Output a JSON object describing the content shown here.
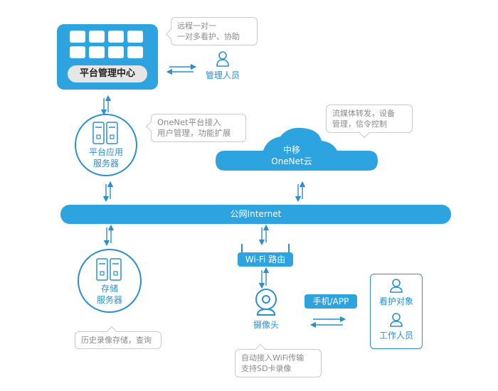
{
  "platform": {
    "label": "平台管理中心"
  },
  "bubble_top": {
    "line1": "远程一对一",
    "line2": "一对多看护、协助"
  },
  "admin": {
    "label": "管理人员"
  },
  "onenet_bubble": {
    "line1": "OneNet平台接入",
    "line2": "用户管理，功能扩展"
  },
  "app_server": {
    "line1": "平台应用",
    "line2": "服务器"
  },
  "stream_bubble": {
    "line1": "流媒体转发，设备",
    "line2": "管理，信令控制"
  },
  "cloud": {
    "line1": "中移",
    "line2": "OneNet云"
  },
  "internet": {
    "label": "公网Internet"
  },
  "wifi": {
    "label": "Wi-Fi 路由"
  },
  "storage": {
    "line1": "存储",
    "line2": "服务器"
  },
  "storage_bubble": {
    "text": "历史录像存储，查询"
  },
  "camera": {
    "label": "摄像头"
  },
  "camera_bubble": {
    "line1": "自动接入WiFi传输",
    "line2": "支持SD卡录像"
  },
  "mobile": {
    "label": "手机/APP"
  },
  "users": {
    "guardian": "看护对象",
    "worker": "工作人员"
  },
  "colors": {
    "accent": "#2da3e0",
    "bubble_border": "#c9c9c9",
    "bubble_text": "#8a8a8a"
  }
}
